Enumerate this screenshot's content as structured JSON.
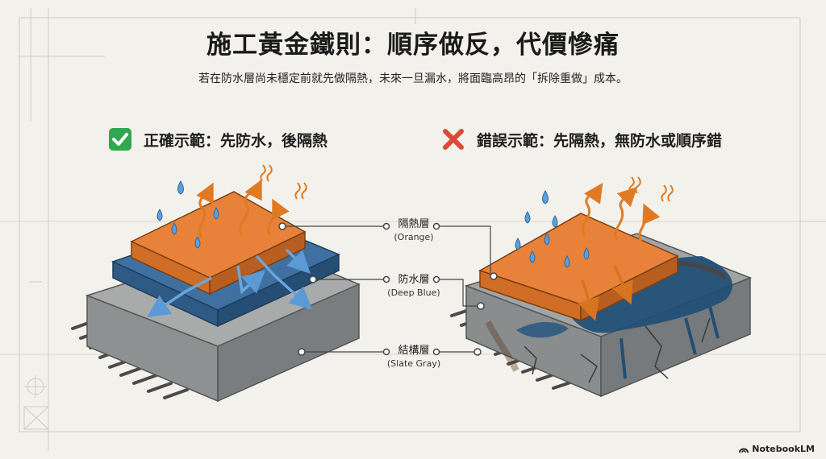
{
  "title": "施工黃金鐵則：順序做反，代價慘痛",
  "subtitle": "若在防水層尚未穩定前就先做隔熱，未來一旦漏水，將面臨高昂的「拆除重做」成本。",
  "correct": {
    "heading": "正確示範：先防水，後隔熱",
    "icon": "check-icon",
    "color": "#2fa84f"
  },
  "wrong": {
    "heading": "錯誤示範：先隔熱，無防水或順序錯",
    "icon": "cross-icon",
    "color": "#d94a38"
  },
  "layers": {
    "insulation": {
      "name": "隔熱層",
      "color_name": "(Orange)",
      "color": "#e8823a"
    },
    "waterproof": {
      "name": "防水層",
      "color_name": "(Deep Blue)",
      "color": "#3c6e9e"
    },
    "structure": {
      "name": "結構層",
      "color_name": "(Slate Gray)",
      "color": "#9a9d9e"
    }
  },
  "brand": "NotebookLM"
}
